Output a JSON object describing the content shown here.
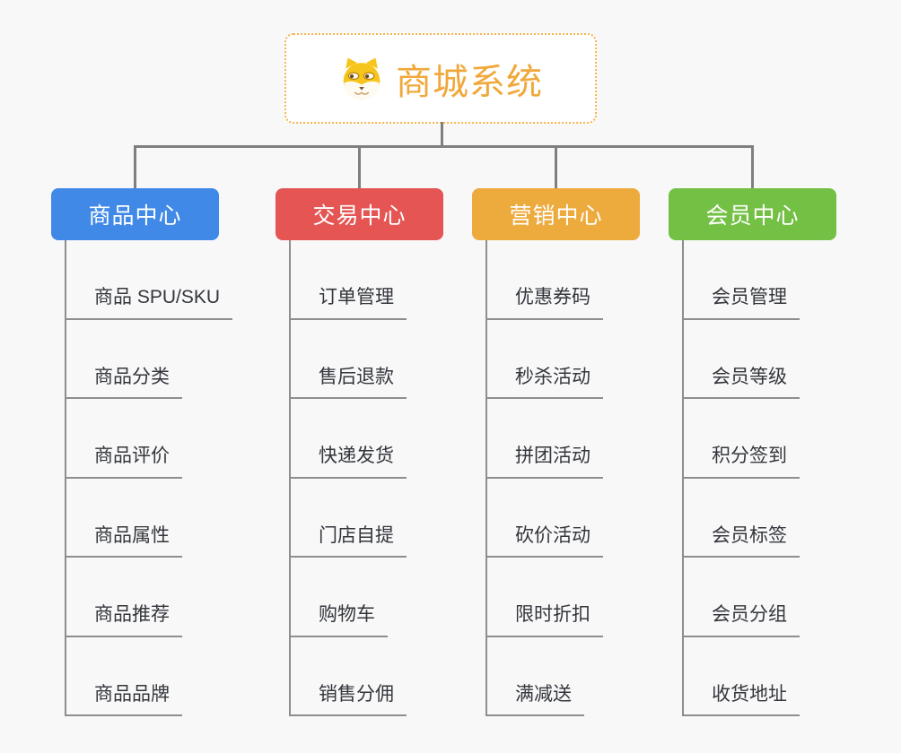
{
  "root": {
    "title": "商城系统",
    "title_color": "#f0a83b",
    "border_color": "#f8b44c",
    "icon": "shiba-dog-icon"
  },
  "connector_color": "#7f7f7f",
  "branches": [
    {
      "label": "商品中心",
      "color": "#4189e6",
      "items": [
        "商品 SPU/SKU",
        "商品分类",
        "商品评价",
        "商品属性",
        "商品推荐",
        "商品品牌"
      ]
    },
    {
      "label": "交易中心",
      "color": "#e45553",
      "items": [
        "订单管理",
        "售后退款",
        "快递发货",
        "门店自提",
        "购物车",
        "销售分佣"
      ]
    },
    {
      "label": "营销中心",
      "color": "#edaa3d",
      "items": [
        "优惠券码",
        "秒杀活动",
        "拼团活动",
        "砍价活动",
        "限时折扣",
        "满减送"
      ]
    },
    {
      "label": "会员中心",
      "color": "#74c044",
      "items": [
        "会员管理",
        "会员等级",
        "积分签到",
        "会员标签",
        "会员分组",
        "收货地址"
      ]
    }
  ]
}
